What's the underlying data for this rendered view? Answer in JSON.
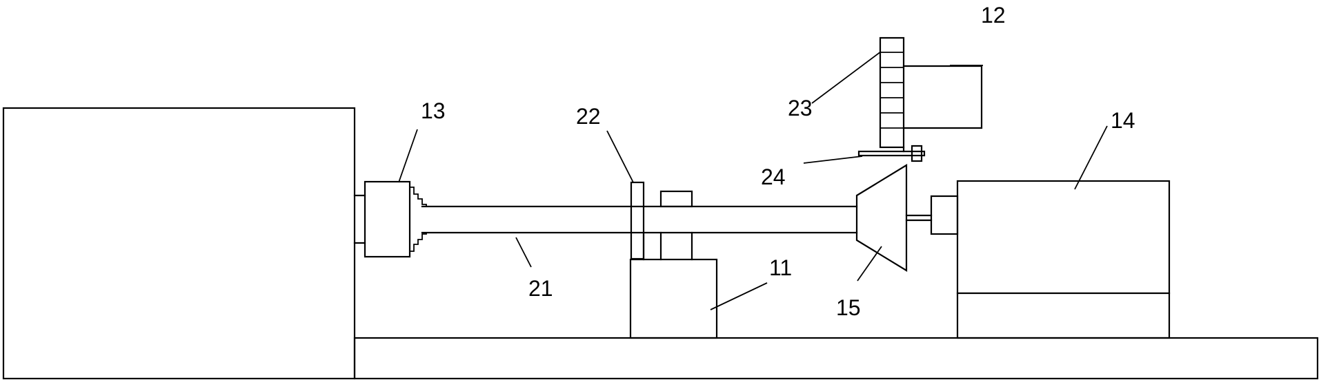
{
  "labels": {
    "l11": "11",
    "l12": "12",
    "l13": "13",
    "l14": "14",
    "l15": "15",
    "l21": "21",
    "l22": "22",
    "l23": "23",
    "l24": "24"
  }
}
